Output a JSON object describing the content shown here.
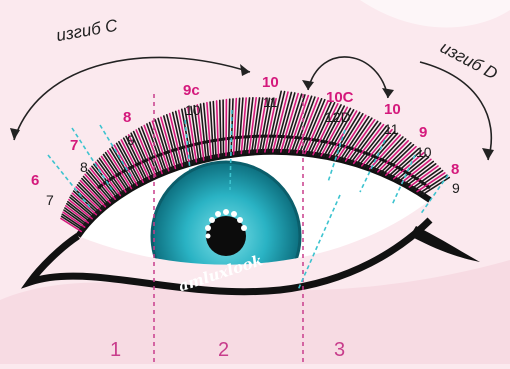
{
  "curl_labels": {
    "c": "изгиб C",
    "d": "изгиб D"
  },
  "length_pairs": [
    {
      "top": "6",
      "bottom": "7"
    },
    {
      "top": "7",
      "bottom": "8"
    },
    {
      "top": "8",
      "bottom": "9"
    },
    {
      "top": "9c",
      "bottom": "10"
    },
    {
      "top": "10",
      "bottom": "11"
    },
    {
      "top": "10C",
      "bottom": "12D"
    },
    {
      "top": "10",
      "bottom": "11"
    },
    {
      "top": "9",
      "bottom": "10"
    },
    {
      "top": "8",
      "bottom": "9"
    }
  ],
  "zones": [
    "1",
    "2",
    "3"
  ],
  "iris_text": "amluxlook",
  "colors": {
    "background": "#fbe9ee",
    "accent_pink": "#d4197c",
    "lash_black": "#1a1a1a",
    "iris_teal": "#2ab3c4",
    "guide_cyan": "#3cc3cf"
  },
  "icons": [
    "curved-arrow-c-icon",
    "curved-arrow-d-icon",
    "eye-illustration-icon"
  ]
}
